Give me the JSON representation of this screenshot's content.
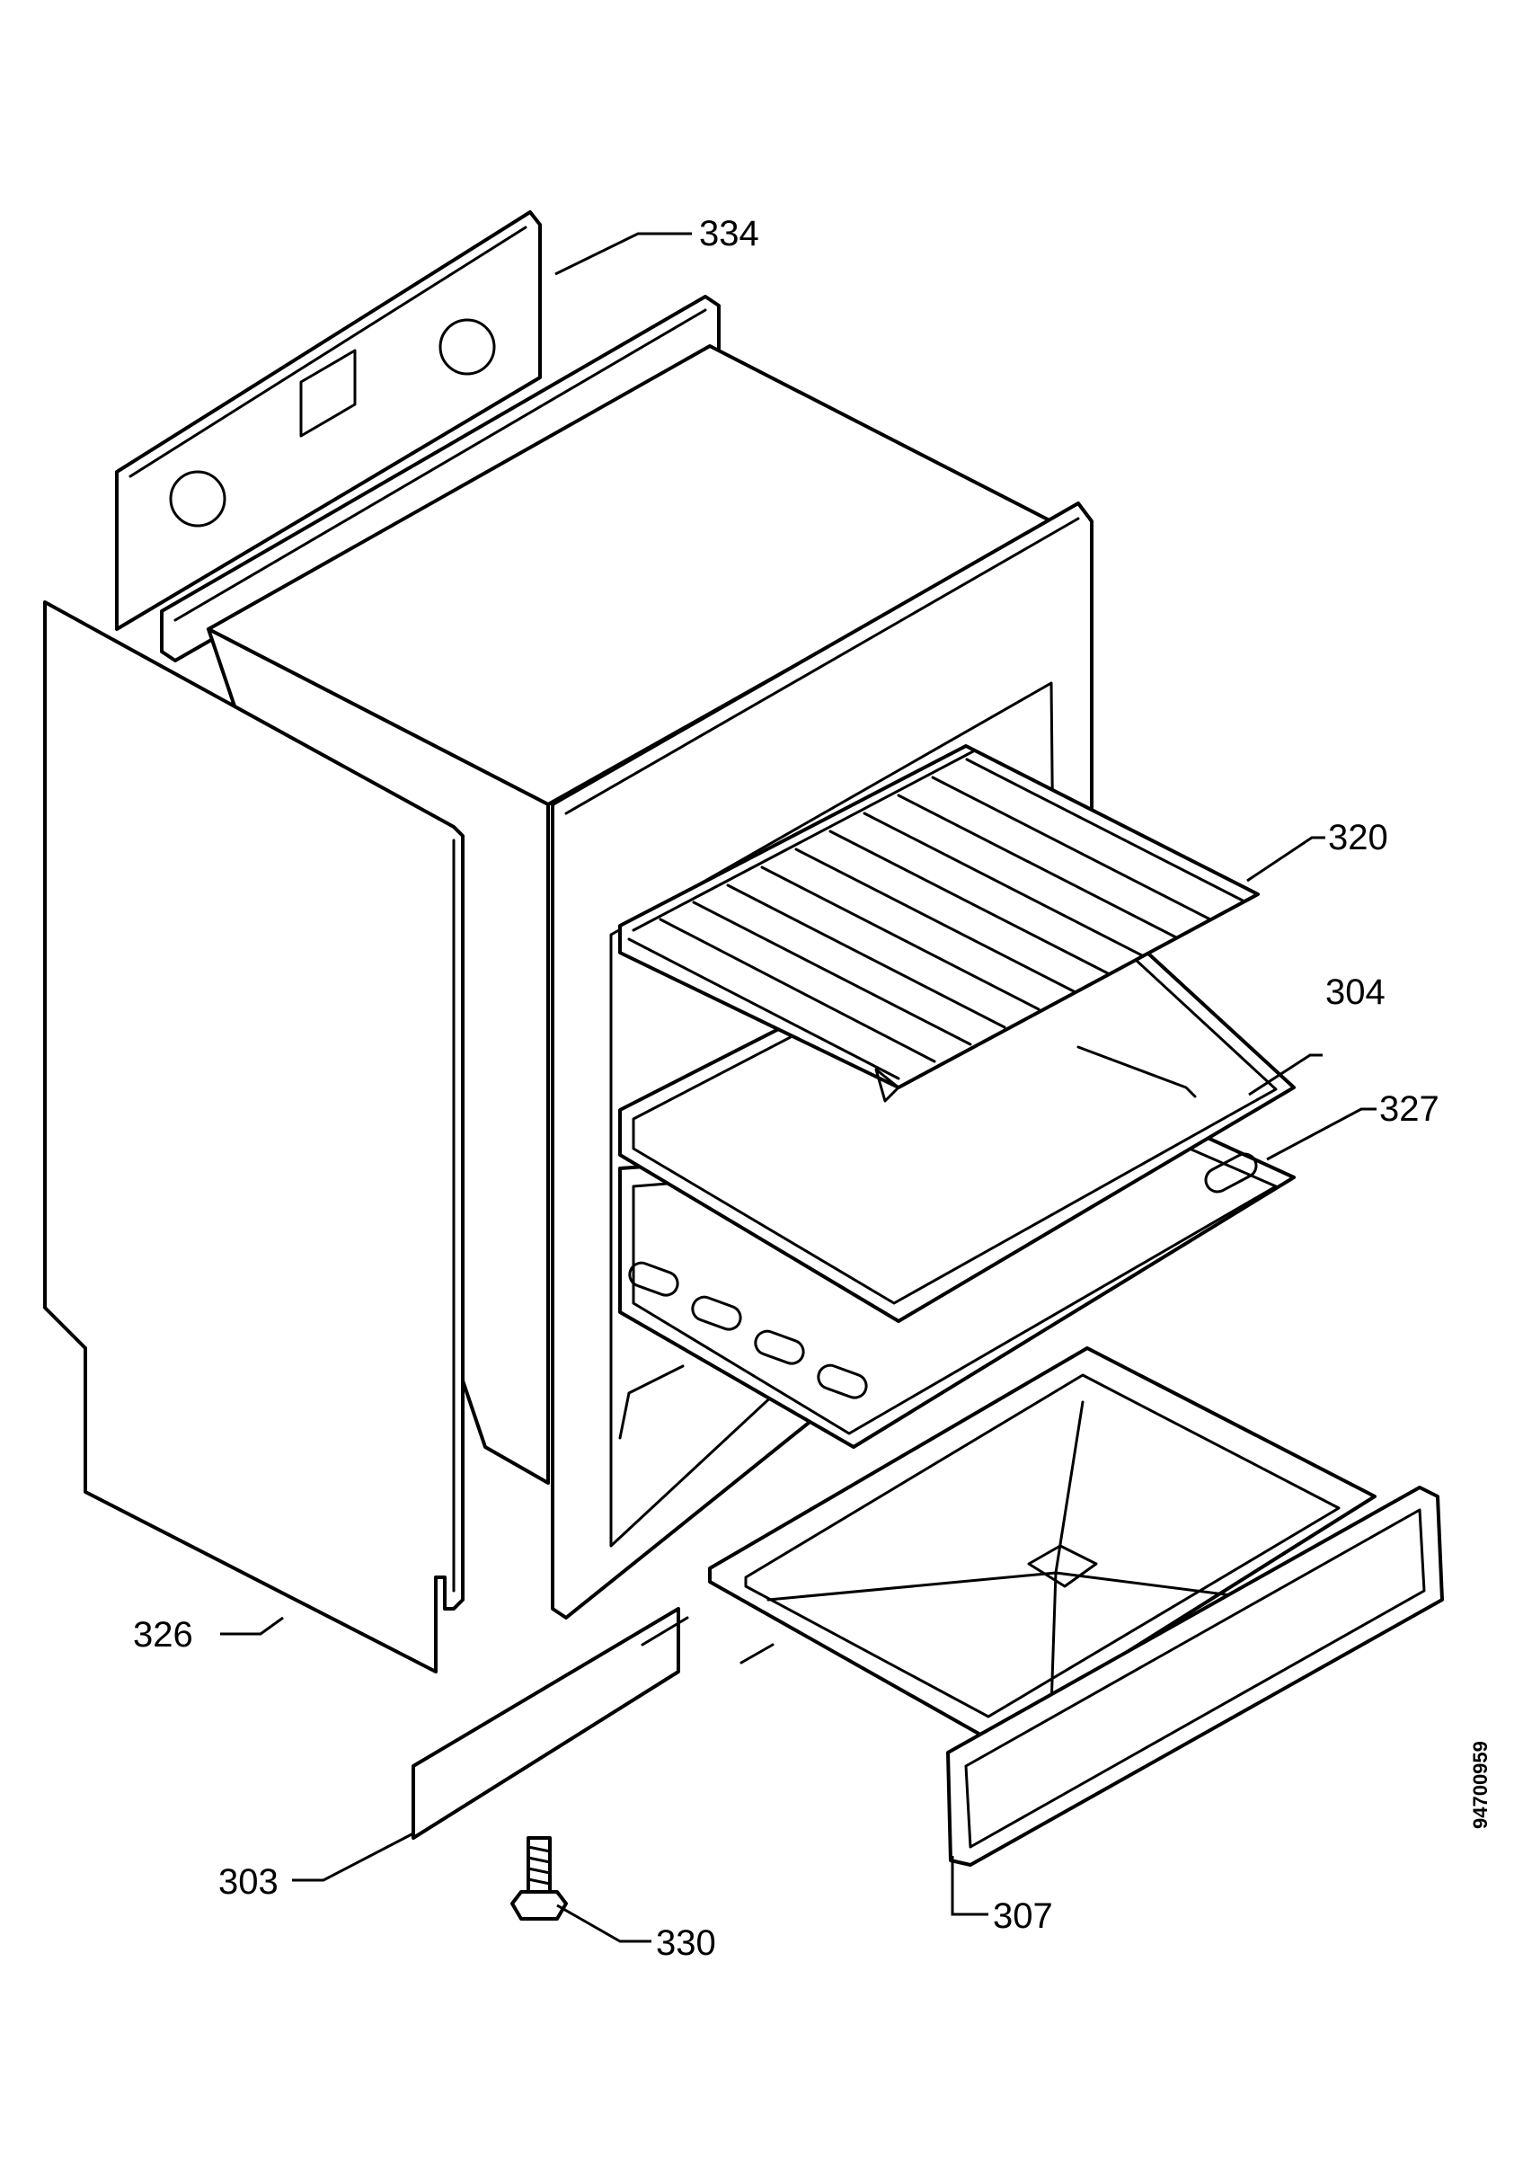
{
  "callouts": [
    {
      "id": "334",
      "label": "334"
    },
    {
      "id": "320",
      "label": "320"
    },
    {
      "id": "304",
      "label": "304"
    },
    {
      "id": "327",
      "label": "327"
    },
    {
      "id": "326",
      "label": "326"
    },
    {
      "id": "303",
      "label": "303"
    },
    {
      "id": "330",
      "label": "330"
    },
    {
      "id": "307",
      "label": "307"
    }
  ],
  "drawing_number": "94700959"
}
